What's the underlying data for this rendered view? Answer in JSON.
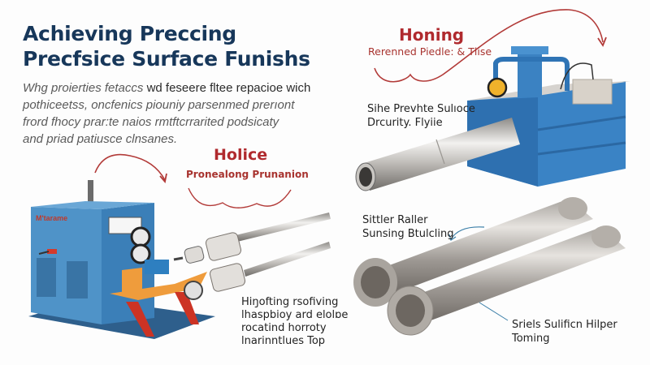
{
  "header": {
    "title_line1": "Achieving Preccing",
    "title_line2": "Precfsice Surface Funishs"
  },
  "intro": {
    "line1_italic": "Whg proierties fetaccs ",
    "line1_bold": "wd feseere fltee repacioe wich",
    "line2": "pothiceetss, oncfenics piouniy parsenmed prerıont",
    "line3": "frord fhocy prar:te naios rmtftcrrarited podsicaty",
    "line4": "and priad patiusce clnsanes."
  },
  "sections": {
    "honing": {
      "title": "Honing",
      "subtitle": "Rerenned Piedle: & Tlise",
      "label_line1": "Sihe Prevhte Sulıoce",
      "label_line2": "Drcurity. Flyiie"
    },
    "holice": {
      "title": "Holice",
      "subtitle": "Pronealong Prunanion",
      "machine_brand": "M'tarame",
      "label_line1": "Hiŋofting rsofiving",
      "label_line2": "lhaspbioy ard elolɒe",
      "label_line3": "rocatind horroty",
      "label_line4": "lnarinntlues Top"
    },
    "rollers": {
      "label_top_line1": "Sittler Raller",
      "label_top_line2": "Sunsing Btulcling",
      "label_bottom_line1": "Sriels Sulificn Hilper",
      "label_bottom_line2": "Toming"
    }
  },
  "colors": {
    "title": "#17375a",
    "accent_red": "#b02a2e",
    "machine_blue": "#3f86c4",
    "steel": "#b9b5b0"
  }
}
